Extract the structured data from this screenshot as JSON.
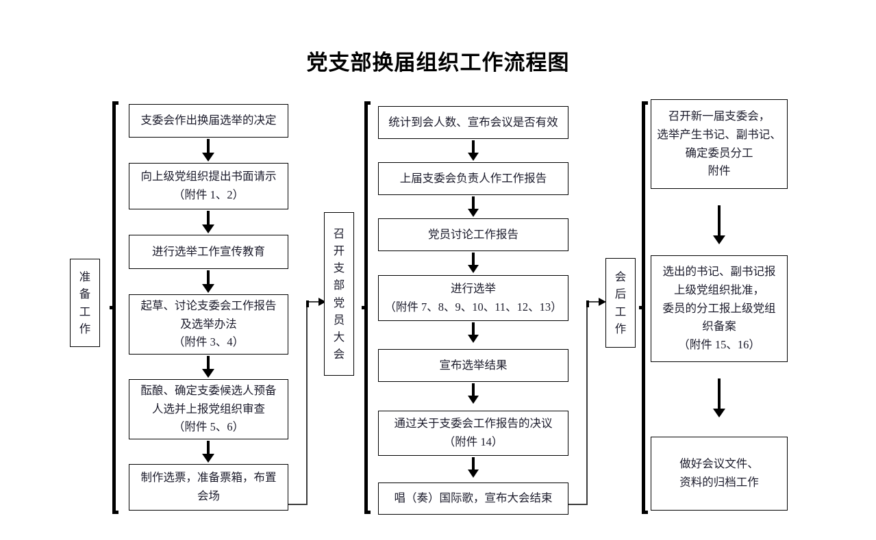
{
  "title": "党支部换届组织工作流程图",
  "stages": [
    {
      "id": "preparation",
      "name": "准备工作",
      "chars": [
        "准",
        "备",
        "工",
        "作"
      ]
    },
    {
      "id": "branch-member-meeting",
      "name": "召开支部党员大会",
      "chars": [
        "召",
        "开",
        "支",
        "部",
        "党",
        "员",
        "大",
        "会"
      ]
    },
    {
      "id": "post-meeting",
      "name": "会后工作",
      "chars": [
        "会",
        "后",
        "工",
        "作"
      ]
    }
  ],
  "columns": {
    "left": {
      "stage_label": "准备工作",
      "steps": [
        {
          "id": "step-1",
          "lines": [
            "支委会作出换届选举的决定"
          ]
        },
        {
          "id": "step-2",
          "lines": [
            "向上级党组织提出书面请示",
            "（附件 1、2）"
          ]
        },
        {
          "id": "step-3",
          "lines": [
            "进行选举工作宣传教育"
          ]
        },
        {
          "id": "step-4",
          "lines": [
            "起草、讨论支委会工作报告",
            "及选举办法",
            "（附件 3、4）"
          ]
        },
        {
          "id": "step-5",
          "lines": [
            "酝酿、确定支委候选人预备",
            "人选并上报党组织审查",
            "（附件 5、6）"
          ]
        },
        {
          "id": "step-6",
          "lines": [
            "制作选票，准备票箱，布置",
            "会场"
          ]
        }
      ]
    },
    "middle": {
      "stage_label": "召开支部党员大会",
      "steps": [
        {
          "id": "step-7",
          "lines": [
            "统计到会人数、宣布会议是否有效"
          ]
        },
        {
          "id": "step-8",
          "lines": [
            "上届支委会负责人作工作报告"
          ]
        },
        {
          "id": "step-9",
          "lines": [
            "党员讨论工作报告"
          ]
        },
        {
          "id": "step-10",
          "lines": [
            "进行选举",
            "（附件 7、8、9、10、11、12、13）"
          ]
        },
        {
          "id": "step-11",
          "lines": [
            "宣布选举结果"
          ]
        },
        {
          "id": "step-12",
          "lines": [
            "通过关于支委会工作报告的决议",
            "（附件 14）"
          ]
        },
        {
          "id": "step-13",
          "lines": [
            "唱（奏）国际歌，宣布大会结束"
          ]
        }
      ]
    },
    "right": {
      "stage_label": "会后工作",
      "steps": [
        {
          "id": "step-14",
          "lines": [
            "召开新一届支委会，",
            "选举产生书记、副书记、",
            "确定委员分工",
            "附件"
          ]
        },
        {
          "id": "step-15",
          "lines": [
            "选出的书记、副书记报",
            "上级党组织批准，",
            "委员的分工报上级党组",
            "织备案",
            "（附件 15、16）"
          ]
        },
        {
          "id": "step-16",
          "lines": [
            "做好会议文件、",
            "资料的归档工作"
          ]
        }
      ]
    }
  },
  "colors": {
    "background": "#ffffff",
    "text": "#1b1b2b",
    "title": "#000000",
    "border": "#000000",
    "connector": "#3a3a3a"
  }
}
